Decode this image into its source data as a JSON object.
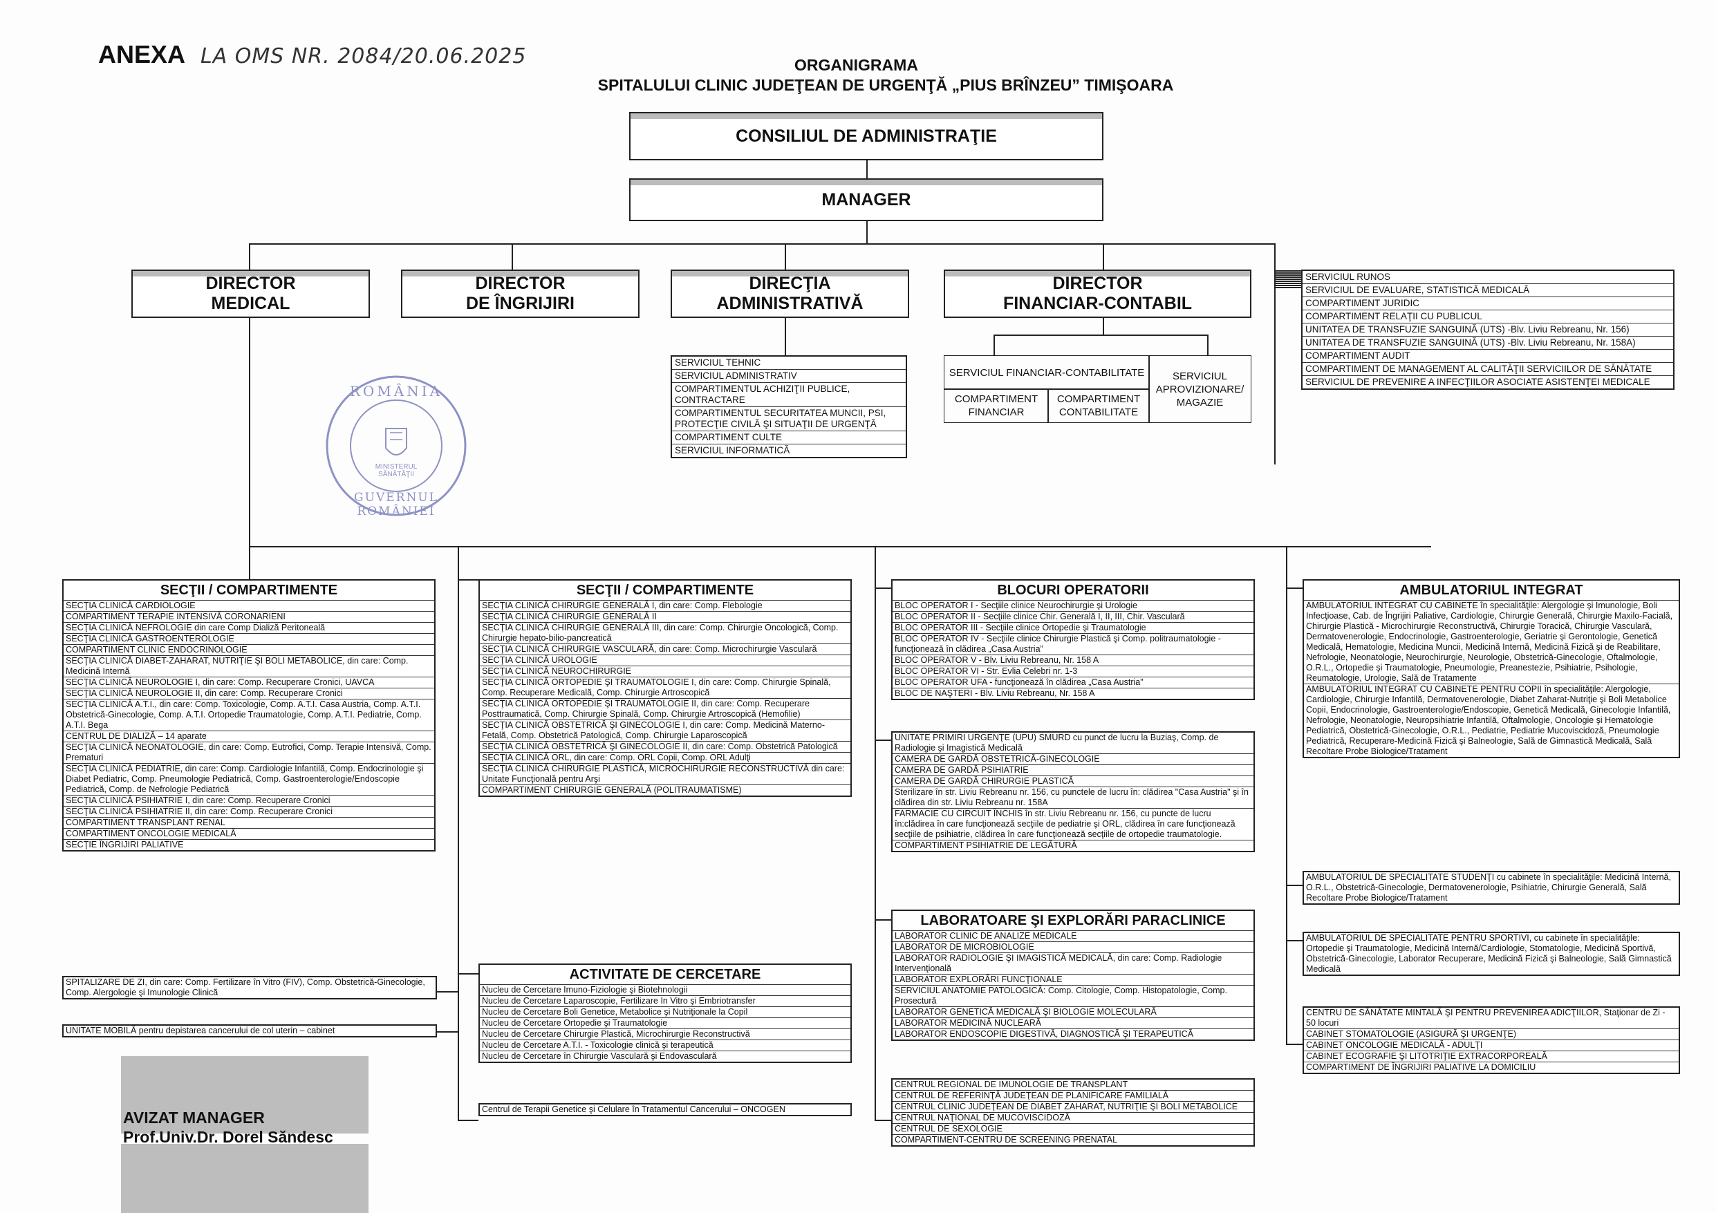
{
  "annex": {
    "label": "ANEXA",
    "handwritten": "LA OMS NR. 2084/20.06.2025"
  },
  "title": {
    "line1": "ORGANIGRAMA",
    "line2": "SPITALULUI CLINIC JUDEŢEAN DE URGENŢĂ „PIUS BRÎNZEU” TIMIŞOARA"
  },
  "top": {
    "council": "CONSILIUL DE ADMINISTRAŢIE",
    "manager": "MANAGER"
  },
  "directors": {
    "medical": [
      "DIRECTOR",
      "MEDICAL"
    ],
    "care": [
      "DIRECTOR",
      "DE ÎNGRIJIRI"
    ],
    "admin": [
      "DIRECŢIA",
      "ADMINISTRATIVĂ"
    ],
    "finance": [
      "DIRECTOR",
      "FINANCIAR-CONTABIL"
    ]
  },
  "manager_services": [
    "SERVICIUL RUNOS",
    "SERVICIUL DE EVALUARE, STATISTICĂ MEDICALĂ",
    "COMPARTIMENT JURIDIC",
    "COMPARTIMENT RELAŢII CU PUBLICUL",
    "UNITATEA DE TRANSFUZIE SANGUINĂ (UTS) -Blv. Liviu Rebreanu, Nr. 156)",
    "UNITATEA DE TRANSFUZIE SANGUINĂ (UTS) -Blv. Liviu Rebreanu, Nr. 158A)",
    "COMPARTIMENT AUDIT",
    "COMPARTIMENT DE MANAGEMENT AL CALITĂŢII SERVICIILOR DE SĂNĂTATE",
    "SERVICIUL DE PREVENIRE A INFECŢIILOR ASOCIATE ASISTENŢEI MEDICALE"
  ],
  "admin_services": [
    "SERVICIUL TEHNIC",
    "SERVICIUL ADMINISTRATIV",
    "COMPARTIMENTUL ACHIZIŢII PUBLICE, CONTRACTARE",
    "COMPARTIMENTUL SECURITATEA MUNCII, PSI, PROTECŢIE CIVILĂ ŞI SITUAŢII DE URGENŢĂ",
    "COMPARTIMENT CULTE",
    "SERVICIUL INFORMATICĂ"
  ],
  "finance_services": {
    "fin_contab": "SERVICIUL FINANCIAR-CONTABILITATE",
    "financiar": "COMPARTIMENT FINANCIAR",
    "contabilitate": "COMPARTIMENT CONTABILITATE",
    "aprov": "SERVICIUL APROVIZIONARE/ MAGAZIE"
  },
  "stamp": {
    "top": "ROMÂNIA",
    "middle": "MINISTERUL SĂNĂTĂŢII",
    "bottom": "GUVERNUL ROMÂNIEI"
  },
  "sections_1": {
    "header": "SECŢII / COMPARTIMENTE",
    "items": [
      "SECŢIA CLINICĂ CARDIOLOGIE",
      "COMPARTIMENT TERAPIE INTENSIVĂ CORONARIENI",
      "SECŢIA CLINICĂ NEFROLOGIE din care Comp Dializă Peritoneală",
      "SECŢIA CLINICĂ GASTROENTEROLOGIE",
      "COMPARTIMENT CLINIC ENDOCRINOLOGIE",
      "SECŢIA CLINICĂ DIABET-ZAHARAT, NUTRIŢIE ŞI BOLI METABOLICE, din care: Comp. Medicină Internă",
      "SECŢIA CLINICĂ NEUROLOGIE I, din care: Comp. Recuperare Cronici, UAVCA",
      "SECŢIA CLINICĂ NEUROLOGIE II, din care: Comp. Recuperare Cronici",
      "SECŢIA CLINICĂ A.T.I., din care: Comp. Toxicologie, Comp. A.T.I. Casa Austria, Comp. A.T.I. Obstetrică-Ginecologie, Comp. A.T.I. Ortopedie Traumatologie, Comp. A.T.I. Pediatrie, Comp. A.T.I. Bega",
      "CENTRUL DE DIALIZĂ – 14 aparate",
      "SECŢIA CLINICĂ NEONATOLOGIE, din care: Comp. Eutrofici, Comp. Terapie Intensivă, Comp. Prematuri",
      "SECŢIA CLINICĂ PEDIATRIE, din care: Comp. Cardiologie Infantilă, Comp. Endocrinologie şi Diabet Pediatric, Comp. Pneumologie Pediatrică, Comp. Gastroenterologie/Endoscopie Pediatrică, Comp. de Nefrologie Pediatrică",
      "SECŢIA CLINICĂ PSIHIATRIE I, din care: Comp. Recuperare Cronici",
      "SECŢIA CLINICĂ PSIHIATRIE II, din care: Comp. Recuperare Cronici",
      "COMPARTIMENT TRANSPLANT RENAL",
      "COMPARTIMENT ONCOLOGIE MEDICALĂ",
      "SECŢIE ÎNGRIJIRI PALIATIVE"
    ]
  },
  "day_hosp": "SPITALIZARE DE ZI, din care: Comp. Fertilizare în Vitro (FIV), Comp. Obstetrică-Ginecologie, Comp. Alergologie şi Imunologie Clinică",
  "mobile_unit": "UNITATE MOBILĂ pentru depistarea cancerului de col uterin – cabinet",
  "approval": {
    "label": "AVIZAT MANAGER",
    "name": "Prof.Univ.Dr. Dorel Săndesc"
  },
  "sections_2": {
    "header": "SECŢII / COMPARTIMENTE",
    "items": [
      "SECŢIA CLINICĂ CHIRURGIE GENERALĂ I, din care: Comp. Flebologie",
      "SECŢIA CLINICĂ CHIRURGIE GENERALĂ II",
      "SECŢIA CLINICĂ CHIRURGIE GENERALĂ III, din care: Comp. Chirurgie Oncologică, Comp. Chirurgie hepato-bilio-pancreatică",
      "SECŢIA CLINICĂ CHIRURGIE VASCULARĂ, din care: Comp. Microchirurgie Vasculară",
      "SECŢIA CLINICĂ UROLOGIE",
      "SECŢIA CLINICĂ NEUROCHIRURGIE",
      "SECŢIA CLINICĂ ORTOPEDIE ŞI TRAUMATOLOGIE I, din care: Comp. Chirurgie Spinală, Comp. Recuperare Medicală, Comp. Chirurgie Artroscopică",
      "SECŢIA CLINICĂ ORTOPEDIE ŞI TRAUMATOLOGIE II, din care: Comp. Recuperare Posttraumatică, Comp. Chirurgie Spinală, Comp. Chirurgie Artroscopică (Hemofilie)",
      "SECŢIA CLINICĂ OBSTETRICĂ ŞI GINECOLOGIE I, din care: Comp. Medicină Materno-Fetală, Comp. Obstetrică Patologică, Comp. Chirurgie Laparoscopică",
      "SECŢIA CLINICĂ OBSTETRICĂ ŞI GINECOLOGIE II, din care: Comp. Obstetrică Patologică",
      "SECŢIA CLINICĂ ORL, din care: Comp. ORL Copii, Comp. ORL Adulţi",
      "SECŢIA CLINICĂ CHIRURGIE PLASTICĂ, MICROCHIRURGIE RECONSTRUCTIVĂ din care: Unitate Funcţională pentru Arşi",
      "COMPARTIMENT CHIRURGIE GENERALĂ (POLITRAUMATISME)"
    ]
  },
  "research": {
    "header": "ACTIVITATE DE CERCETARE",
    "items": [
      "Nucleu de Cercetare Imuno-Fiziologie şi Biotehnologii",
      "Nucleu de Cercetare Laparoscopie, Fertilizare In Vitro şi Embriotransfer",
      "Nucleu de Cercetare Boli Genetice, Metabolice şi Nutriţionale la Copil",
      "Nucleu de Cercetare Ortopedie şi Traumatologie",
      "Nucleu de Cercetare Chirurgie Plastică, Microchirurgie Reconstructivă",
      "Nucleu de Cercetare A.T.I. - Toxicologie clinică şi terapeutică",
      "Nucleu de Cercetare în Chirurgie Vasculară şi Endovasculară"
    ]
  },
  "oncogen": "Centrul de Terapii Genetice şi Celulare în Tratamentul Cancerului – ONCOGEN",
  "or_blocks": {
    "header": "BLOCURI OPERATORII",
    "items": [
      "BLOC OPERATOR I - Secţiile clinice Neurochirurgie şi Urologie",
      "BLOC OPERATOR II - Secţiile clinice Chir. Generală I, II, III, Chir. Vasculară",
      "BLOC OPERATOR III - Secţiile clinice Ortopedie şi Traumatologie",
      "BLOC OPERATOR IV - Secţiile clinice Chirurgie Plastică şi Comp. politraumatologie -funcţionează în clădirea „Casa Austria”",
      "BLOC OPERATOR V - Blv. Liviu Rebreanu, Nr. 158 A",
      "BLOC OPERATOR VI - Str. Evlia Celebri nr. 1-3",
      "BLOC OPERATOR UFA - funcţionează în clădirea „Casa Austria”",
      "BLOC DE NAŞTERI - Blv. Liviu Rebreanu, Nr. 158 A"
    ]
  },
  "emergency": [
    "UNITATE PRIMIRI URGENŢE (UPU) SMURD cu punct de lucru la Buziaş, Comp. de Radiologie şi Imagistică Medicală",
    "CAMERA DE GARDĂ OBSTETRICĂ-GINECOLOGIE",
    "CAMERA DE GARDĂ PSIHIATRIE",
    "CAMERA DE GARDĂ CHIRURGIE PLASTICĂ",
    "Sterilizare în str. Liviu Rebreanu nr. 156, cu punctele de lucru în: clădirea \"Casa Austria\" şi în clădirea din str. Liviu Rebreanu nr. 158A",
    "FARMACIE CU CIRCUIT ÎNCHIS în str. Liviu Rebreanu nr. 156, cu puncte de lucru în:clădirea în care funcţionează secţiile de pediatrie şi ORL, clădirea în care funcţionează secţiile de psihiatrie, clădirea în care funcţionează secţiile de ortopedie traumatologie.",
    "COMPARTIMENT PSIHIATRIE DE LEGĂTURĂ"
  ],
  "labs": {
    "header": "LABORATOARE ŞI EXPLORĂRI PARACLINICE",
    "items": [
      "LABORATOR CLINIC DE ANALIZE MEDICALE",
      "LABORATOR DE MICROBIOLOGIE",
      "LABORATOR RADIOLOGIE ŞI IMAGISTICĂ MEDICALĂ, din care: Comp. Radiologie Intervenţională",
      "LABORATOR EXPLORĂRI FUNCŢIONALE",
      "SERVICIUL ANATOMIE PATOLOGICĂ: Comp. Citologie, Comp. Histopatologie, Comp. Prosectură",
      "LABORATOR GENETICĂ MEDICALĂ ŞI BIOLOGIE MOLECULARĂ",
      "LABORATOR MEDICINĂ NUCLEARĂ",
      "LABORATOR ENDOSCOPIE DIGESTIVĂ, DIAGNOSTICĂ ŞI TERAPEUTICĂ"
    ]
  },
  "centers": [
    "CENTRUL REGIONAL DE IMUNOLOGIE DE TRANSPLANT",
    "CENTRUL DE REFERINŢĂ JUDEŢEAN DE PLANIFICARE FAMILIALĂ",
    "CENTRUL CLINIC JUDEŢEAN DE DIABET ZAHARAT, NUTRIŢIE ŞI BOLI METABOLICE",
    "CENTRUL NAŢIONAL DE MUCOVISCIDOZĂ",
    "CENTRUL DE SEXOLOGIE",
    "COMPARTIMENT-CENTRU DE SCREENING PRENATAL"
  ],
  "ambulatory": {
    "header": "AMBULATORIUL INTEGRAT",
    "items": [
      "AMBULATORIUL INTEGRAT CU CABINETE în specialităţile: Alergologie şi Imunologie, Boli Infecţioase, Cab. de Îngrijiri Paliative, Cardiologie, Chirurgie Generală, Chirurgie Maxilo-Facială, Chirurgie Plastică - Microchirurgie Reconstructivă, Chirurgie Toracică, Chirurgie Vasculară, Dermatovenerologie, Endocrinologie, Gastroenterologie, Geriatrie şi Gerontologie, Genetică Medicală, Hematologie, Medicina Muncii, Medicină Internă, Medicină Fizică şi de Reabilitare, Nefrologie, Neonatologie, Neurochirurgie, Neurologie, Obstetrică-Ginecologie, Oftalmologie, O.R.L., Ortopedie şi Traumatologie, Pneumologie, Preanestezie, Psihiatrie, Psihologie, Reumatologie, Urologie, Sală de Tratamente",
      "AMBULATORIUL INTEGRAT CU CABINETE PENTRU COPII în specialităţile: Alergologie, Cardiologie, Chirurgie Infantilă, Dermatovenerologie, Diabet Zaharat-Nutriţie şi Boli Metabolice Copii, Endocrinologie, Gastroenterologie/Endoscopie, Genetică Medicală, Ginecologie Infantilă, Nefrologie, Neonatologie, Neuropsihiatrie Infantilă, Oftalmologie, Oncologie şi Hematologie Pediatrică, Obstetrică-Ginecologie, O.R.L., Pediatrie, Pediatrie Mucoviscidoză, Pneumologie Pediatrică, Recuperare-Medicină Fizică şi Balneologie, Sală de Gimnastică Medicală, Sală Recoltare Probe Biologice/Tratament"
    ]
  },
  "amb_students": "AMBULATORIUL DE SPECIALITATE STUDENŢI cu cabinete în specialităţile: Medicină Internă, O.R.L., Obstetrică-Ginecologie, Dermatovenerologie, Psihiatrie, Chirurgie Generală, Sală Recoltare Probe Biologice/Tratament",
  "amb_sports": "AMBULATORIUL DE SPECIALITATE PENTRU SPORTIVI, cu cabinete în specialităţile: Ortopedie şi Traumatologie, Medicină Internă/Cardiologie, Stomatologie, Medicină Sportivă, Obstetrică-Ginecologie, Laborator Recuperare, Medicină Fizică şi Balneologie, Sală Gimnastică Medicală",
  "cabinets": [
    "CENTRU DE SĂNĂTATE MINTALĂ ŞI PENTRU PREVENIREA ADICŢIILOR, Staţionar de Zi - 50 locuri",
    "CABINET STOMATOLOGIE (ASIGURĂ ŞI URGENŢE)",
    "CABINET ONCOLOGIE MEDICALĂ - ADULŢI",
    "CABINET ECOGRAFIE ŞI LITOTRIŢIE EXTRACORPOREALĂ",
    "COMPARTIMENT DE ÎNGRIJIRI PALIATIVE LA DOMICILIU"
  ]
}
